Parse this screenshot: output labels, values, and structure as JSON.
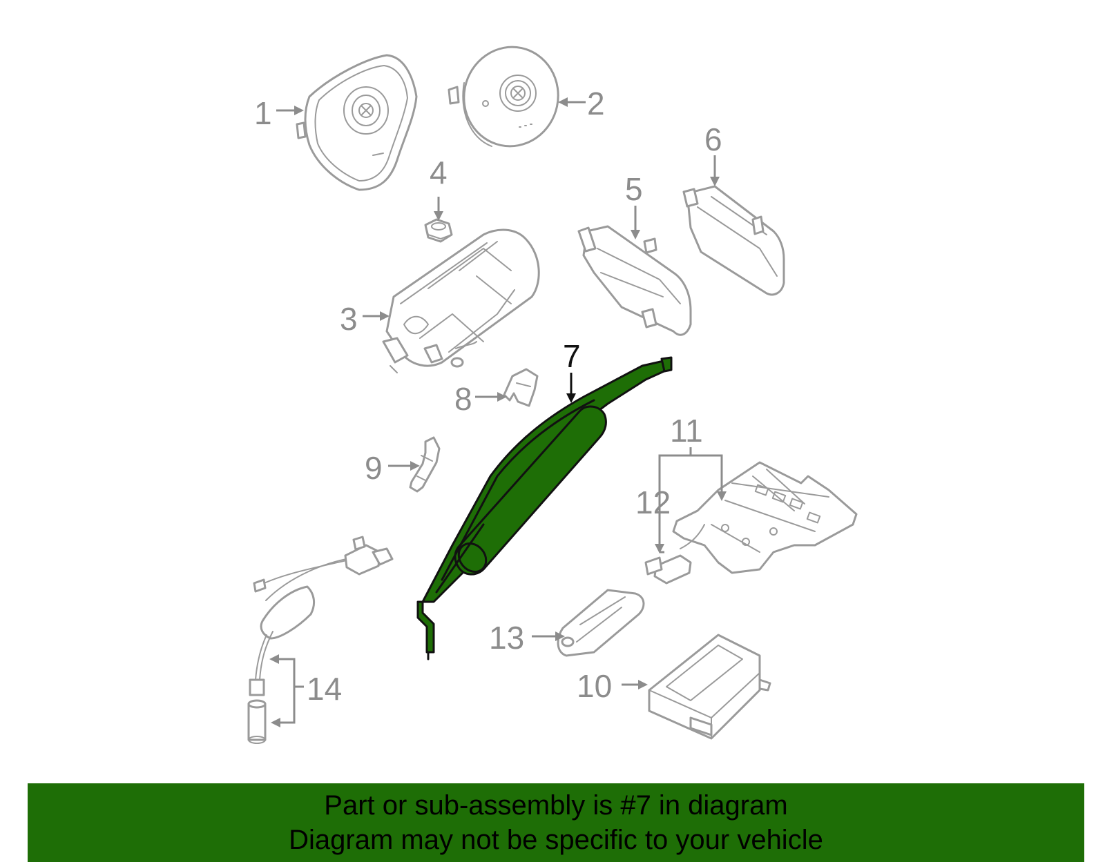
{
  "diagram": {
    "highlight_color": "#1e6e06",
    "line_color": "#9a9a9a",
    "highlighted_part": "7",
    "callouts": {
      "c1": "1",
      "c2": "2",
      "c3": "3",
      "c4": "4",
      "c5": "5",
      "c6": "6",
      "c7": "7",
      "c8": "8",
      "c9": "9",
      "c10": "10",
      "c11": "11",
      "c12": "12",
      "c13": "13",
      "c14": "14"
    }
  },
  "banner": {
    "line1": "Part or sub-assembly is #7 in diagram",
    "line2": "Diagram may not be specific to your vehicle",
    "background": "#1e6e06"
  }
}
